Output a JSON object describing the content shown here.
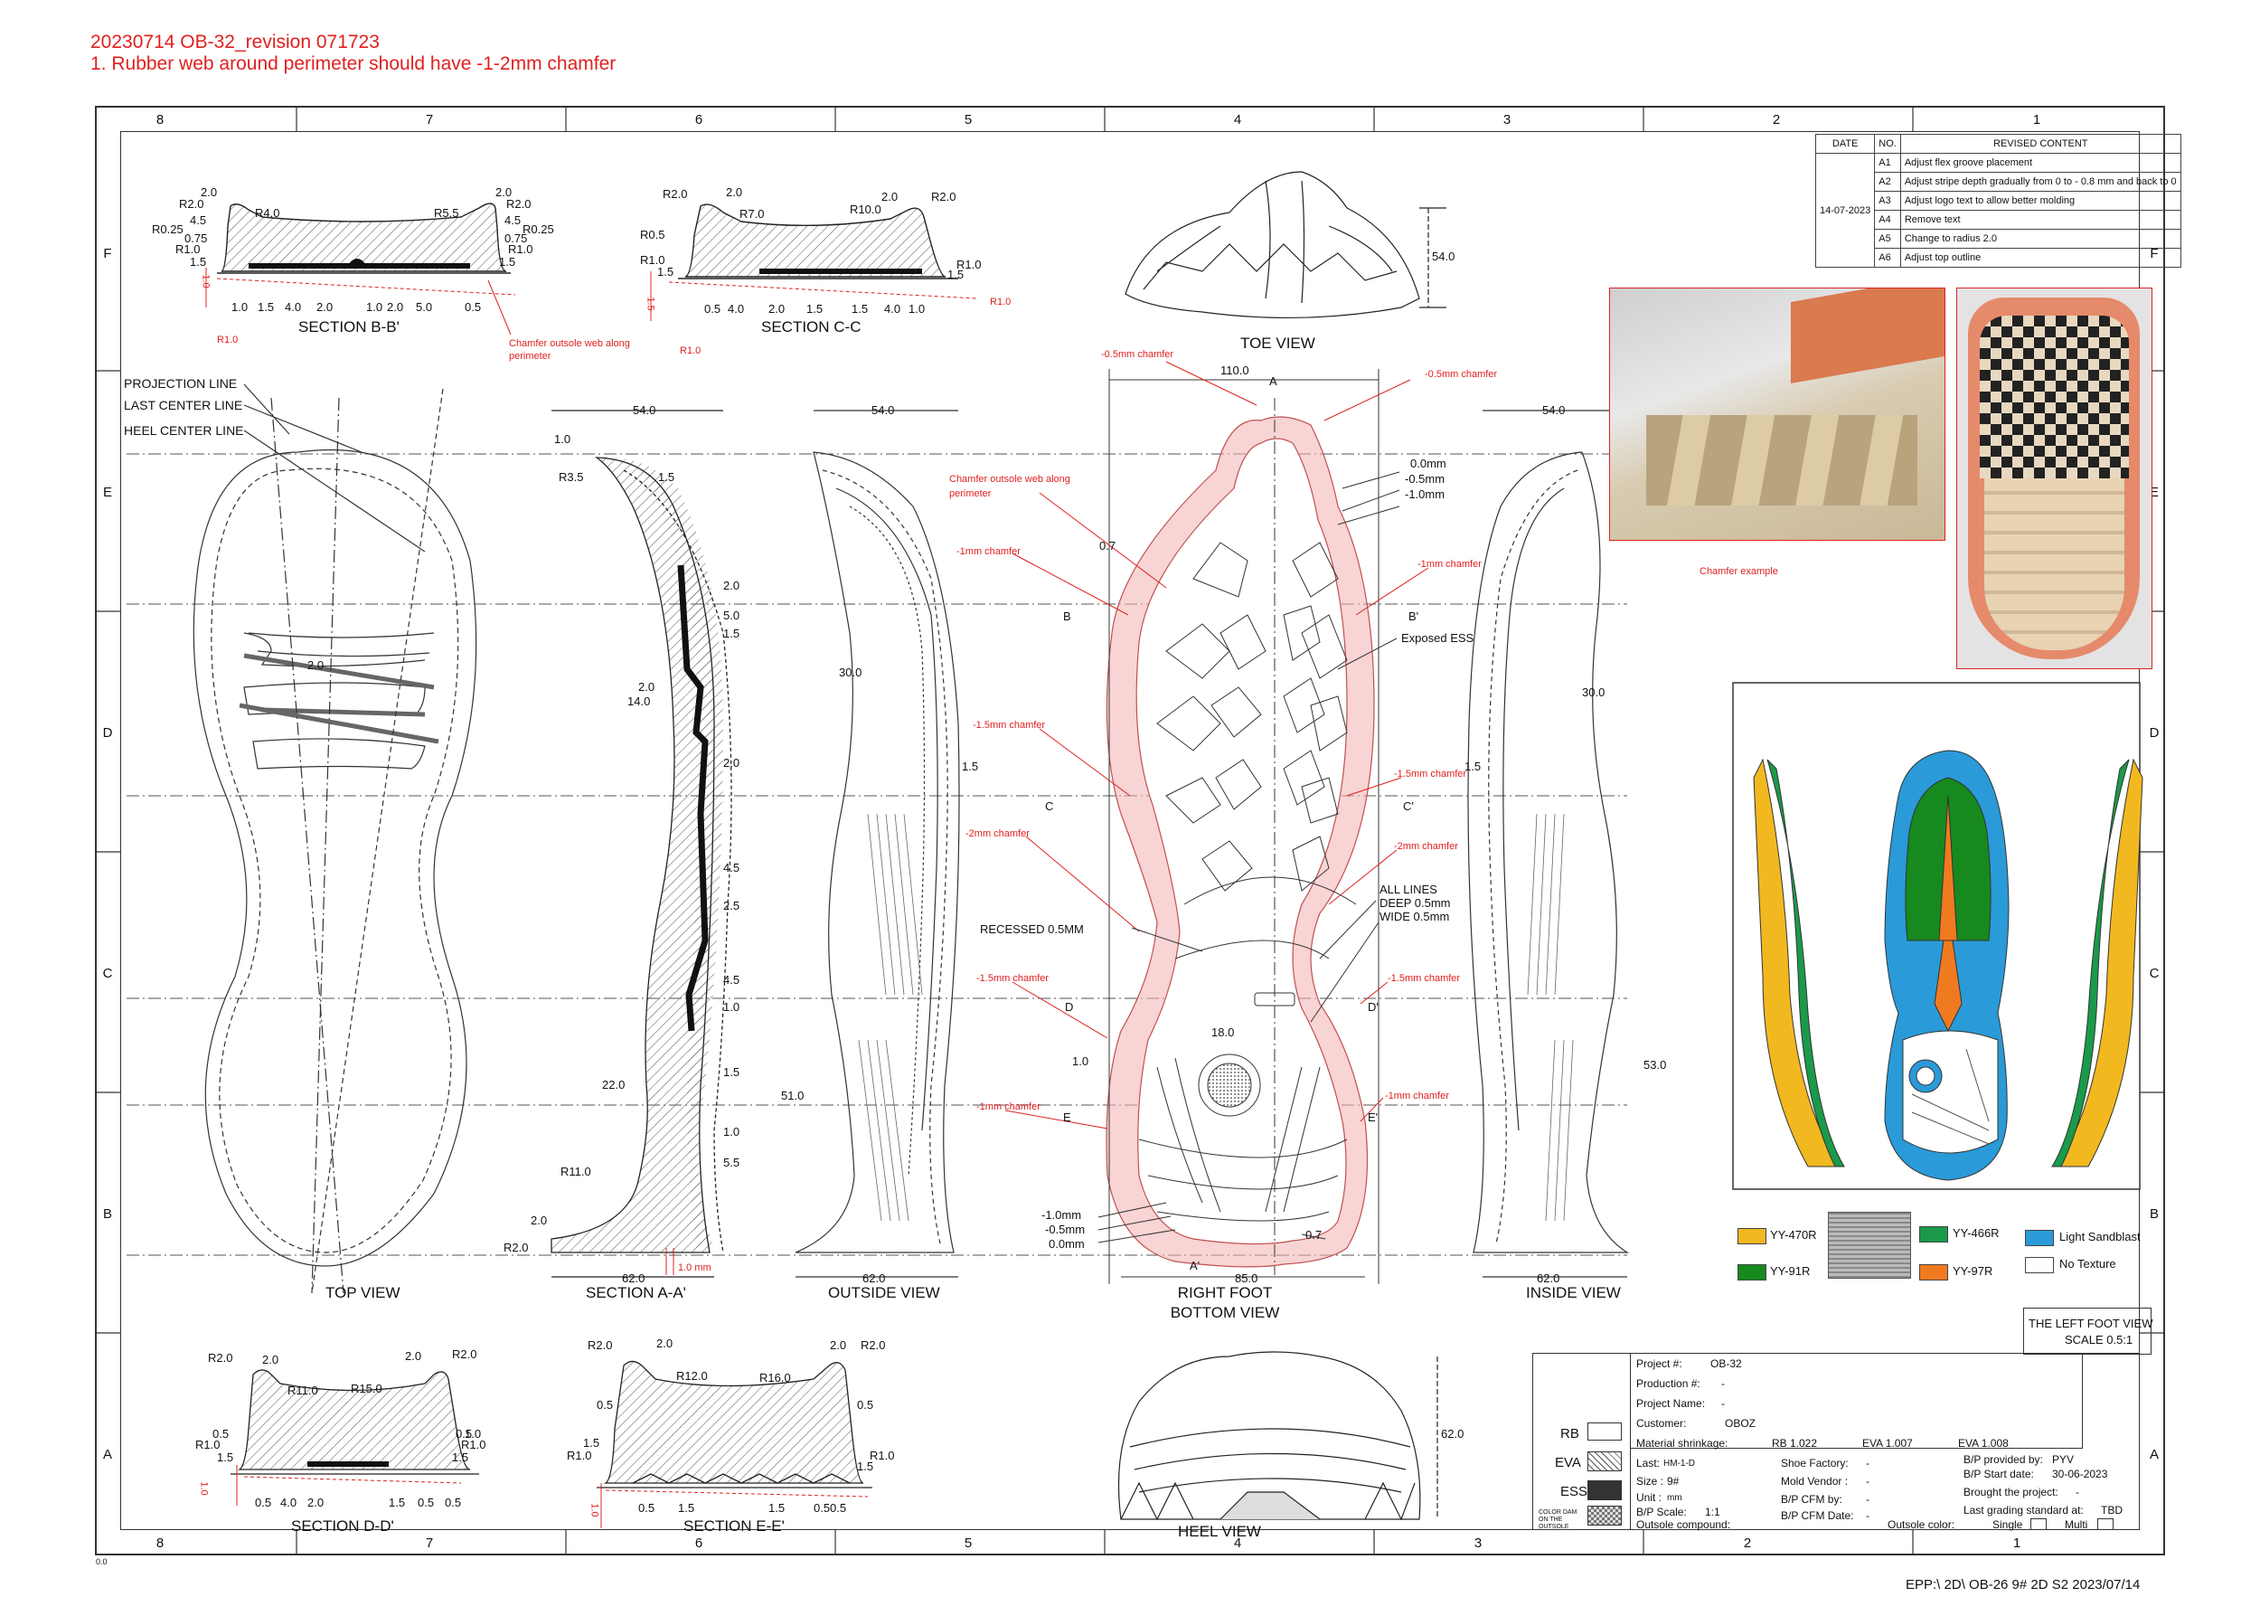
{
  "header": {
    "line1": "20230714 OB-32_revision 071723",
    "line2": "1. Rubber web around perimeter should have -1-2mm chamfer"
  },
  "zones": {
    "columns": [
      "8",
      "7",
      "6",
      "5",
      "4",
      "3",
      "2",
      "1"
    ],
    "rows": [
      "F",
      "E",
      "D",
      "C",
      "B",
      "A"
    ],
    "corner": "0.0"
  },
  "revision_table": {
    "headers": [
      "DATE",
      "NO.",
      "REVISED  CONTENT"
    ],
    "date": "14-07-2023",
    "rows": [
      {
        "no": "A1",
        "content": "Adjust flex groove placement"
      },
      {
        "no": "A2",
        "content": "Adjust stripe depth gradually from 0 to - 0.8 mm and back to 0"
      },
      {
        "no": "A3",
        "content": "Adjust logo text to allow better molding"
      },
      {
        "no": "A4",
        "content": "Remove text"
      },
      {
        "no": "A5",
        "content": "Change to radius 2.0"
      },
      {
        "no": "A6",
        "content": "Adjust top outline"
      }
    ]
  },
  "views": {
    "section_bb": "SECTION B-B'",
    "section_cc": "SECTION C-C",
    "toe": "TOE VIEW",
    "top": "TOP VIEW",
    "section_aa": "SECTION A-A'",
    "outside": "OUTSIDE VIEW",
    "bottom_l1": "RIGHT FOOT",
    "bottom_l2": "BOTTOM VIEW",
    "inside": "INSIDE VIEW",
    "section_dd": "SECTION D-D'",
    "section_ee": "SECTION E-E'",
    "heel": "HEEL VIEW"
  },
  "lines": {
    "projection": "PROJECTION LINE",
    "last_center": "LAST CENTER LINE",
    "heel_center": "HEEL CENTER LINE"
  },
  "dims": {
    "d54": "54.0",
    "d110": "110.0",
    "d62": "62.0",
    "d85": "85.0",
    "d30": "30.0",
    "d51": "51.0",
    "d53": "53.0",
    "d22": "22.0",
    "d14": "14.0",
    "d20": "2.0",
    "d50": "5.0",
    "d15": "1.5",
    "d45": "4.5",
    "d25": "2.5",
    "d10": "1.0",
    "d55": "5.5",
    "d07": "0.7",
    "r35": "R3.5",
    "r11": "R11.0",
    "r20": "R2.0",
    "zero": "0.0mm",
    "m05": "-0.5mm",
    "m10": "-1.0mm",
    "m10b": "-1.0mm",
    "m05b": "-0.5mm",
    "zerob": "0.0mm",
    "toe_h": "54.0",
    "heel_h": "62.0",
    "fine": "1.0 mm"
  },
  "section_marks": {
    "a": "A",
    "a2": "A'",
    "b": "B",
    "b2": "B'",
    "c": "C",
    "c2": "C'",
    "d": "D",
    "d2": "D'",
    "e": "E",
    "e2": "E'"
  },
  "notes": {
    "exposed": "Exposed ESS",
    "all_lines_1": "ALL LINES",
    "all_lines_2": "DEEP 0.5mm",
    "all_lines_3": "WIDE 0.5mm",
    "recessed": "RECESSED 0.5MM",
    "logo_dim": "18.0"
  },
  "red_notes": {
    "c05a": "-0.5mm chamfer",
    "c05b": "-0.5mm chamfer",
    "web": "Chamfer outsole web along",
    "web2": "perimeter",
    "web_b1": "Chamfer outsole web along",
    "web_b2": "perimeter",
    "c1a": "-1mm chamfer",
    "c1b": "-1mm chamfer",
    "c15a": "-1.5mm chamfer",
    "c15b": "-1.5mm chamfer",
    "c2a": "-2mm chamfer",
    "c2b": "-2mm chamfer",
    "c15c": "-1.5mm chamfer",
    "c15d": "-1.5mm chamfer",
    "c1c": "-1mm chamfer",
    "c1d": "-1mm chamfer",
    "example": "Chamfer example"
  },
  "bb_dims": [
    "2.0",
    "R2.0",
    "R4.0",
    "4.5",
    "R0.25",
    "0.75",
    "R1.0",
    "1.5",
    "R5.5",
    "2.0",
    "R2.0",
    "4.5",
    "R0.25",
    "0.75",
    "R1.0",
    "1.5",
    "1.0",
    "1.5",
    "4.0",
    "2.0",
    "1.0",
    "2.0",
    "5.0",
    "0.5",
    "1.0",
    "R1.0"
  ],
  "cc_dims": [
    "R2.0",
    "2.0",
    "R7.0",
    "2.0",
    "R2.0",
    "R10.0",
    "R0.5",
    "R1.0",
    "1.5",
    "R1.0",
    "1.5",
    "R1.0",
    "0.5",
    "4.0",
    "2.0",
    "1.5",
    "1.5",
    "4.0",
    "1.0",
    "1.5",
    "R1.0"
  ],
  "dd_dims": [
    "R2.0",
    "2.0",
    "R11.0",
    "R15.0",
    "2.0",
    "R2.0",
    "0.5",
    "0.5",
    "1.5",
    "R1.0",
    "1.5",
    "R1.0",
    "1.0",
    "0.5",
    "4.0",
    "2.0",
    "1.5",
    "0.5",
    "0.5",
    "1.0"
  ],
  "ee_dims": [
    "R2.0",
    "2.0",
    "R12.0",
    "R16.0",
    "2.0",
    "R2.0",
    "0.5",
    "0.5",
    "1.5",
    "R1.0",
    "R1.0",
    "1.5",
    "0.5",
    "1.5",
    "1.5",
    "0.5",
    "0.5",
    "1.0"
  ],
  "top_view_dim": "2.0",
  "color_legend": [
    {
      "label": "YY-470R",
      "color": "#f2b820"
    },
    {
      "label": "YY-466R",
      "color": "#1a9a4a"
    },
    {
      "label": "YY-91R",
      "color": "#168a1e"
    },
    {
      "label": "YY-97R",
      "color": "#f07a20"
    },
    {
      "label": "Light Sandblast",
      "color": "#2a9ad8"
    },
    {
      "label": "No Texture",
      "color": "#ffffff"
    }
  ],
  "left_foot": {
    "l1": "THE LEFT FOOT VIEW",
    "l2": "SCALE 0.5:1"
  },
  "title_block": {
    "project_no_label": "Project #:",
    "project_no": "OB-32",
    "production_label": "Production #:",
    "production": "-",
    "project_name_label": "Project Name:",
    "project_name": "-",
    "customer_label": "Customer:",
    "customer": "OBOZ",
    "shrinkage_label": "Material shrinkage:",
    "rb_val": "RB   1.022",
    "eva_val": "EVA  1.007",
    "eva2_val": "EVA  1.008",
    "last_label": "Last:",
    "last": "HM-1-D",
    "size_label": "Size :",
    "size": "9#",
    "unit_label": "Unit :",
    "unit": "mm",
    "bp_scale_label": "B/P Scale:",
    "bp_scale": "1:1",
    "compound_label": "Outsole compound:",
    "factory_label": "Shoe Factory:",
    "factory": "-",
    "mold_label": "Mold Vendor :",
    "mold": "-",
    "cfm_by_label": "B/P CFM by:",
    "cfm_by": "-",
    "cfm_date_label": "B/P CFM Date:",
    "cfm_date": "-",
    "provided_label": "B/P provided by:",
    "provided": "PYV",
    "start_label": "B/P Start date:",
    "start": "30-06-2023",
    "brought_label": "Brought the project:",
    "brought": "-",
    "grading_label": "Last grading standard at:",
    "grading": "TBD",
    "color_label": "Outsole color:",
    "single": "Single",
    "multi": "Multi",
    "leg_rb": "RB",
    "leg_eva": "EVA",
    "leg_ess": "ESS",
    "leg_dam": "COLOR DAM ON THE OUTSOLE"
  },
  "footer": "EPP:\\ 2D\\ OB-26 9# 2D S2 2023/07/14"
}
